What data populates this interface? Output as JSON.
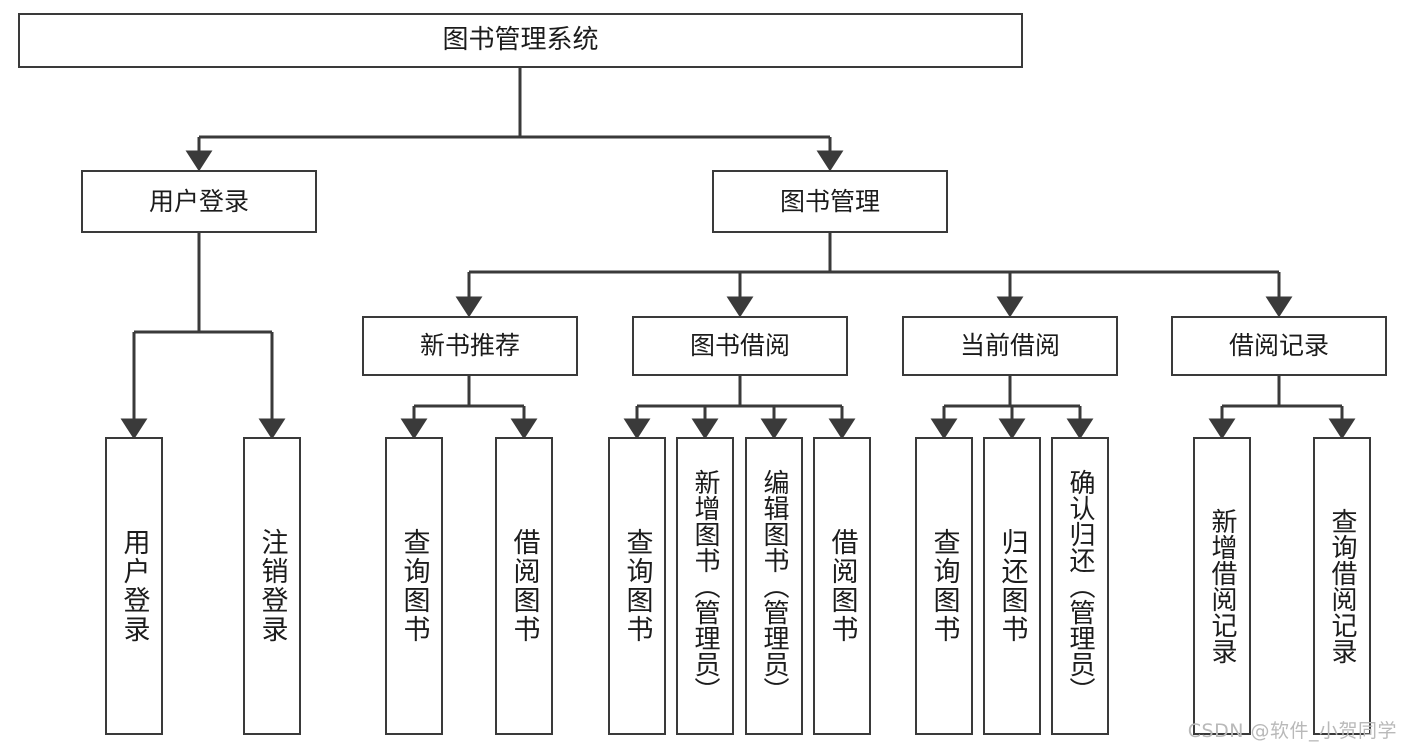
{
  "diagram": {
    "title": "图书管理系统",
    "type": "tree",
    "style": {
      "box_border_color": "#3a3a3a",
      "box_fill": "#ffffff",
      "edge_color": "#3a3a3a",
      "background": "#ffffff",
      "text_color": "#1c1c1c"
    },
    "levels": {
      "root": {
        "label": "图书管理系统"
      },
      "level2": [
        {
          "label": "用户登录"
        },
        {
          "label": "图书管理"
        }
      ],
      "level3": [
        {
          "label": "新书推荐"
        },
        {
          "label": "图书借阅"
        },
        {
          "label": "当前借阅"
        },
        {
          "label": "借阅记录"
        }
      ],
      "leaves": {
        "user_login": [
          {
            "label": "用户登录"
          },
          {
            "label": "注销登录"
          }
        ],
        "new_book": [
          {
            "label": "查询图书"
          },
          {
            "label": "借阅图书"
          }
        ],
        "book_borrow": [
          {
            "label": "查询图书"
          },
          {
            "label": "新增图书（管理员）"
          },
          {
            "label": "编辑图书（管理员）"
          },
          {
            "label": "借阅图书"
          }
        ],
        "current_borrow": [
          {
            "label": "查询图书"
          },
          {
            "label": "归还图书"
          },
          {
            "label": "确认归还（管理员）"
          }
        ],
        "borrow_record": [
          {
            "label": "新增借阅记录"
          },
          {
            "label": "查询借阅记录"
          }
        ]
      }
    }
  },
  "watermark": {
    "text": "CSDN @软件_小贺同学"
  }
}
